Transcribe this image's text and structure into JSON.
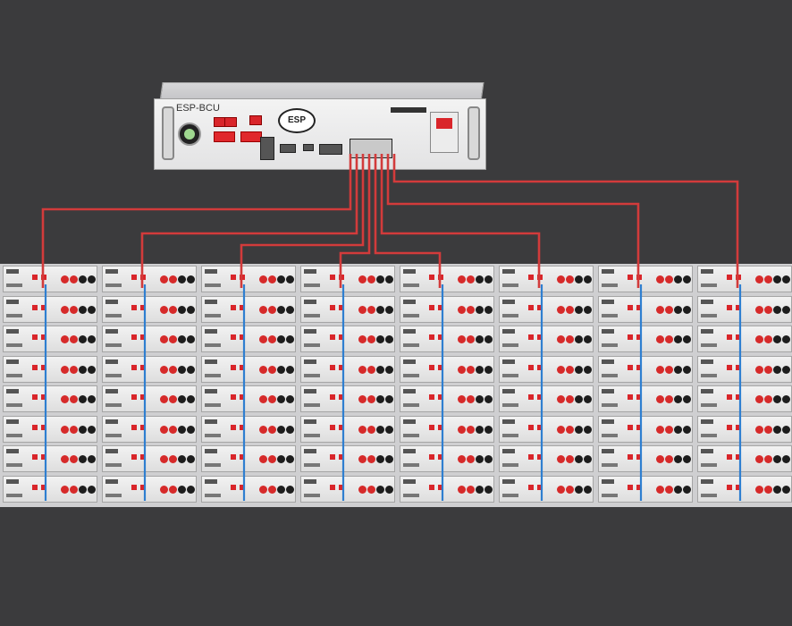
{
  "bcu": {
    "model_label": "ESP-BCU",
    "logo_text": "ESP"
  },
  "battery_array": {
    "columns": 8,
    "rows": 8
  },
  "colors": {
    "background": "#3b3b3d",
    "communication_wire": "#d23b3b",
    "link_wire": "#2f7fd0",
    "rack_frame": "#cfcfd1"
  }
}
